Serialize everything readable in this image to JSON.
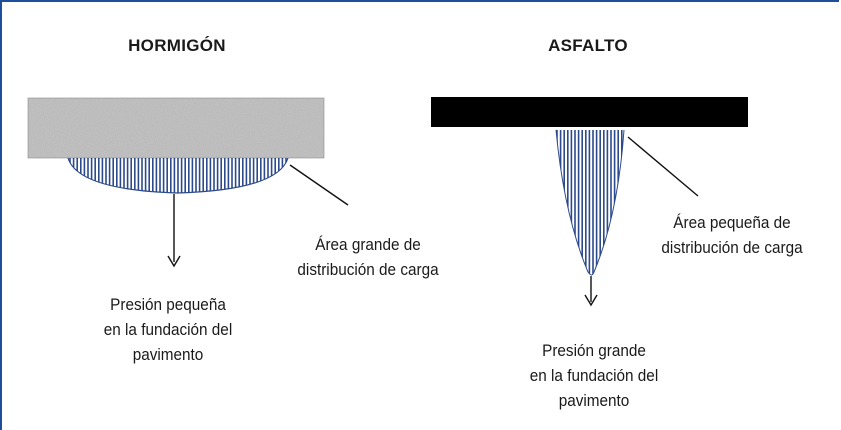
{
  "concrete": {
    "title": "HORMIGÓN",
    "area_label_line1": "Área grande de",
    "area_label_line2": "distribución de carga",
    "pressure_line1": "Presión pequeña",
    "pressure_line2": "en la fundación del",
    "pressure_line3": "pavimento"
  },
  "asphalt": {
    "title": "ASFALTO",
    "area_label_line1": "Área pequeña de",
    "area_label_line2": "distribución de carga",
    "pressure_line1": "Presión grande",
    "pressure_line2": "en la fundación del",
    "pressure_line3": "pavimento"
  },
  "colors": {
    "border": "#1f4e9a",
    "hatch": "#2d4a8a",
    "asphalt_slab": "#000000",
    "concrete_base": "#a8a8a8"
  }
}
